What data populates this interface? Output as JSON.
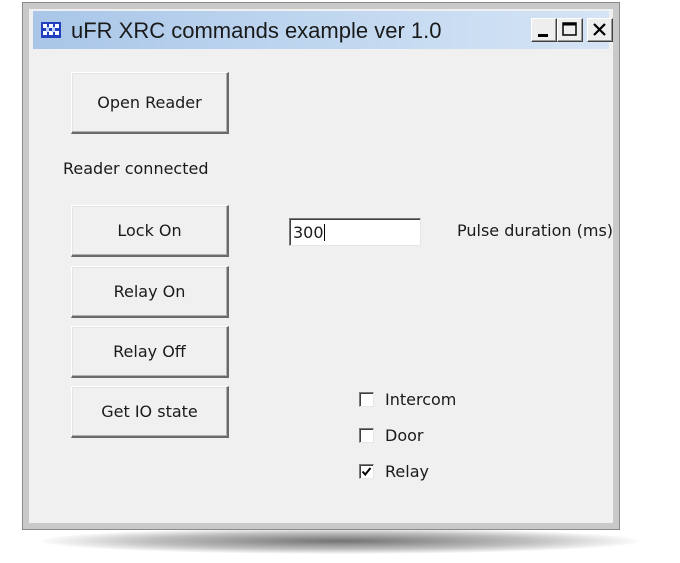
{
  "window": {
    "title": "uFR XRC commands example ver 1.0",
    "icon": "app-icon",
    "controls": [
      "minimize-icon",
      "maximize-icon",
      "close-icon"
    ]
  },
  "buttons": {
    "open_reader": "Open Reader",
    "lock_on": "Lock On",
    "relay_on": "Relay On",
    "relay_off": "Relay Off",
    "get_io_state": "Get IO state"
  },
  "status": {
    "text": "Reader connected"
  },
  "pulse": {
    "value": "300",
    "label": "Pulse duration (ms)"
  },
  "checkboxes": [
    {
      "label": "Intercom",
      "checked": false
    },
    {
      "label": "Door",
      "checked": false
    },
    {
      "label": "Relay",
      "checked": true
    }
  ],
  "colors": {
    "titlebar_start": "#a9c6e8",
    "titlebar_end": "#d5e4f5",
    "face": "#f0f0f0"
  }
}
